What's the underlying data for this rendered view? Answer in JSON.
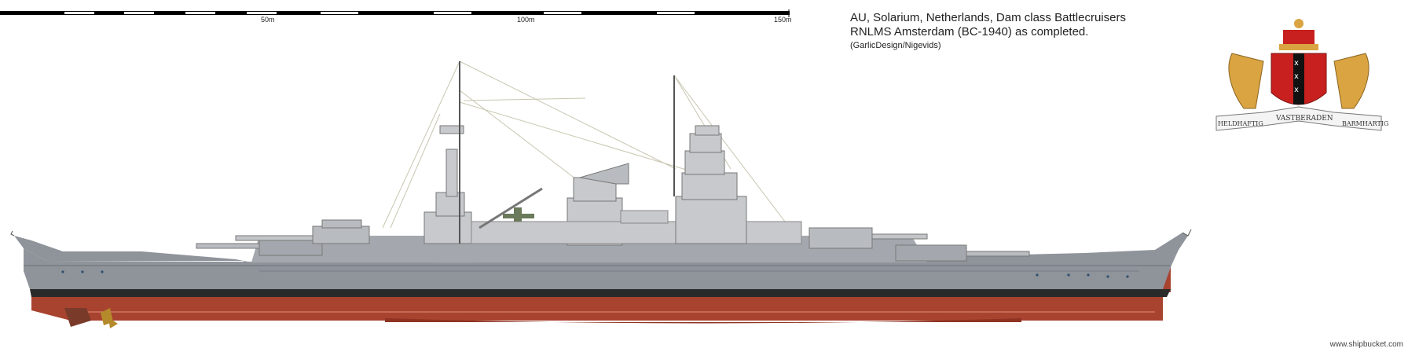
{
  "scale_bar": {
    "labels": [
      "50m",
      "100m",
      "150m"
    ]
  },
  "caption": {
    "line1": "AU, Solarium, Netherlands, Dam class Battlecruisers",
    "line2": "RNLMS Amsterdam (BC-1940) as completed.",
    "line3": "(GarlicDesign/Nigevids)"
  },
  "coat_of_arms": {
    "motto_center": "VASTBERADEN",
    "motto_left": "HELDHAFTIG",
    "motto_right": "BARMHARTIG"
  },
  "credit": "www.shipbucket.com",
  "colors": {
    "hull_grey": "#8f939a",
    "superstructure_grey": "#c7c9cc",
    "boot_topping": "#2a2a2a",
    "antifouling_red": "#a8432f",
    "shield_red": "#c8201e",
    "gold": "#d9a441"
  }
}
